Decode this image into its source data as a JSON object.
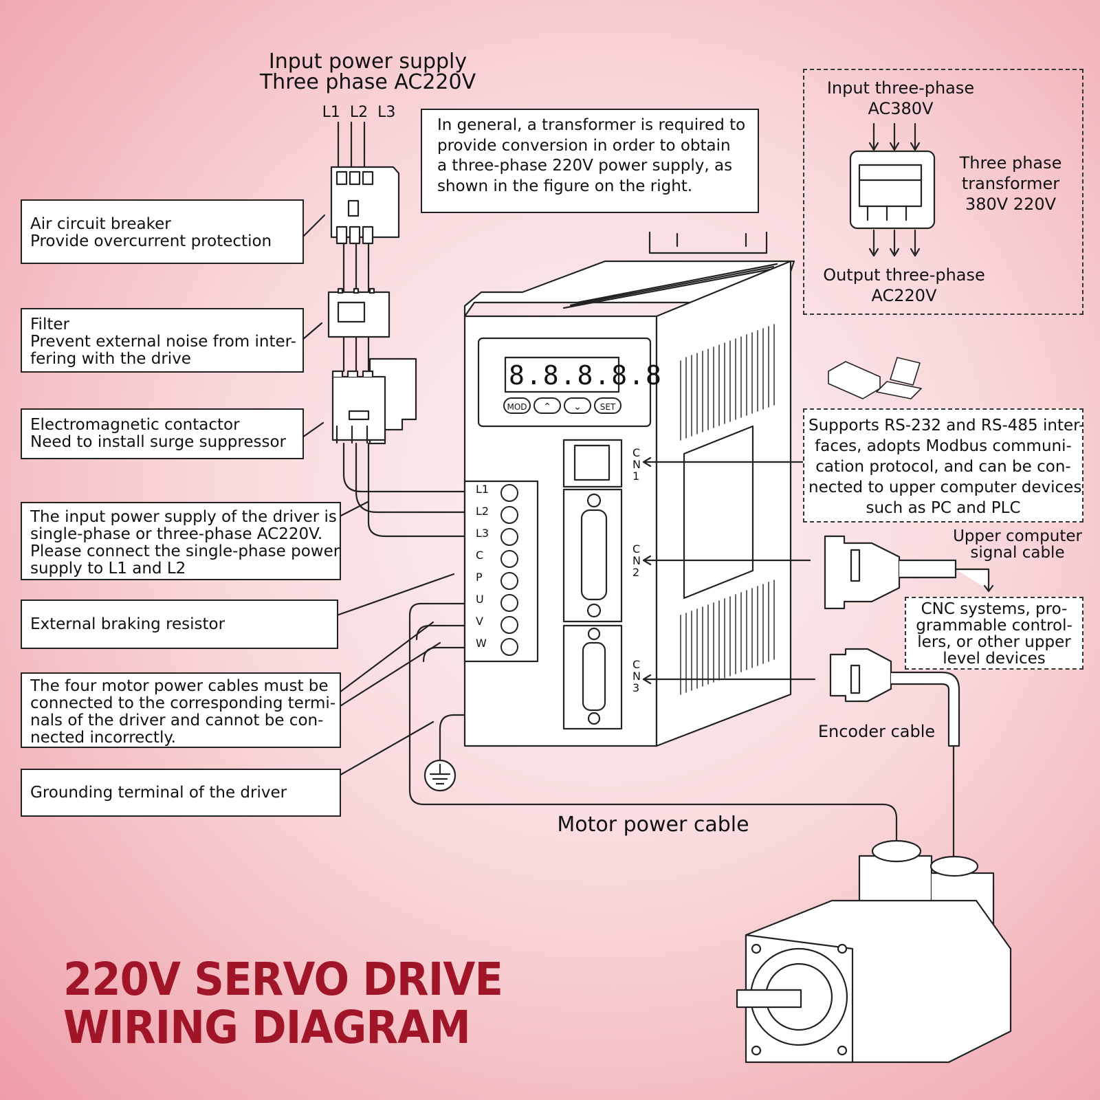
{
  "title": {
    "line1": "220V SERVO DRIVE",
    "line2": "WIRING DIAGRAM"
  },
  "input_supply": {
    "line1": "Input power supply",
    "line2": "Three phase AC220V",
    "phases": "L1  L2  L3"
  },
  "transformer_note": {
    "lines": [
      "In general, a transformer is required to",
      "provide conversion in order to obtain",
      "a three-phase 220V power supply, as",
      "shown in the figure on the right."
    ]
  },
  "transformer_box": {
    "input_line1": "Input three-phase",
    "input_line2": "AC380V",
    "name_line1": "Three phase",
    "name_line2": "transformer",
    "name_line3": "380V 220V",
    "output_line1": "Output three-phase",
    "output_line2": "AC220V"
  },
  "callouts": {
    "breaker": [
      "Air circuit breaker",
      "Provide overcurrent protection"
    ],
    "filter": [
      "Filter",
      "Prevent external noise from inter-",
      "fering with the drive"
    ],
    "contactor": [
      "Electromagnetic contactor",
      "Need to install surge suppressor"
    ],
    "input_power": [
      "The input power supply of the driver is",
      "single-phase or three-phase AC220V.",
      "Please connect the single-phase power",
      "supply to L1 and L2"
    ],
    "braking": [
      "External braking resistor"
    ],
    "motor_cables": [
      "The four motor power cables must be",
      "connected to the corresponding termi-",
      "nals of the driver and cannot be con-",
      "nected incorrectly."
    ],
    "grounding": [
      "Grounding terminal of the driver"
    ]
  },
  "rs_interface": [
    "Supports RS-232 and RS-485 inter-",
    "faces, adopts Modbus communi-",
    "cation protocol, and can be con-",
    "nected to upper computer devices",
    "such as PC and PLC"
  ],
  "upper_signal": [
    "Upper computer",
    "signal cable"
  ],
  "cnc_box": [
    "CNC systems, pro-",
    "grammable control-",
    "lers, or other upper",
    "level devices"
  ],
  "encoder_label": "Encoder cable",
  "motor_power_label": "Motor power cable",
  "drive": {
    "buttons": [
      "MOD",
      "⌃",
      "⌄",
      "SET"
    ],
    "terminals": [
      "L1",
      "L2",
      "L3",
      "C",
      "P",
      "U",
      "V",
      "W"
    ],
    "ports": [
      "CN1",
      "CN2",
      "CN3"
    ]
  },
  "colors": {
    "title": "#a01628",
    "line": "#222222"
  }
}
